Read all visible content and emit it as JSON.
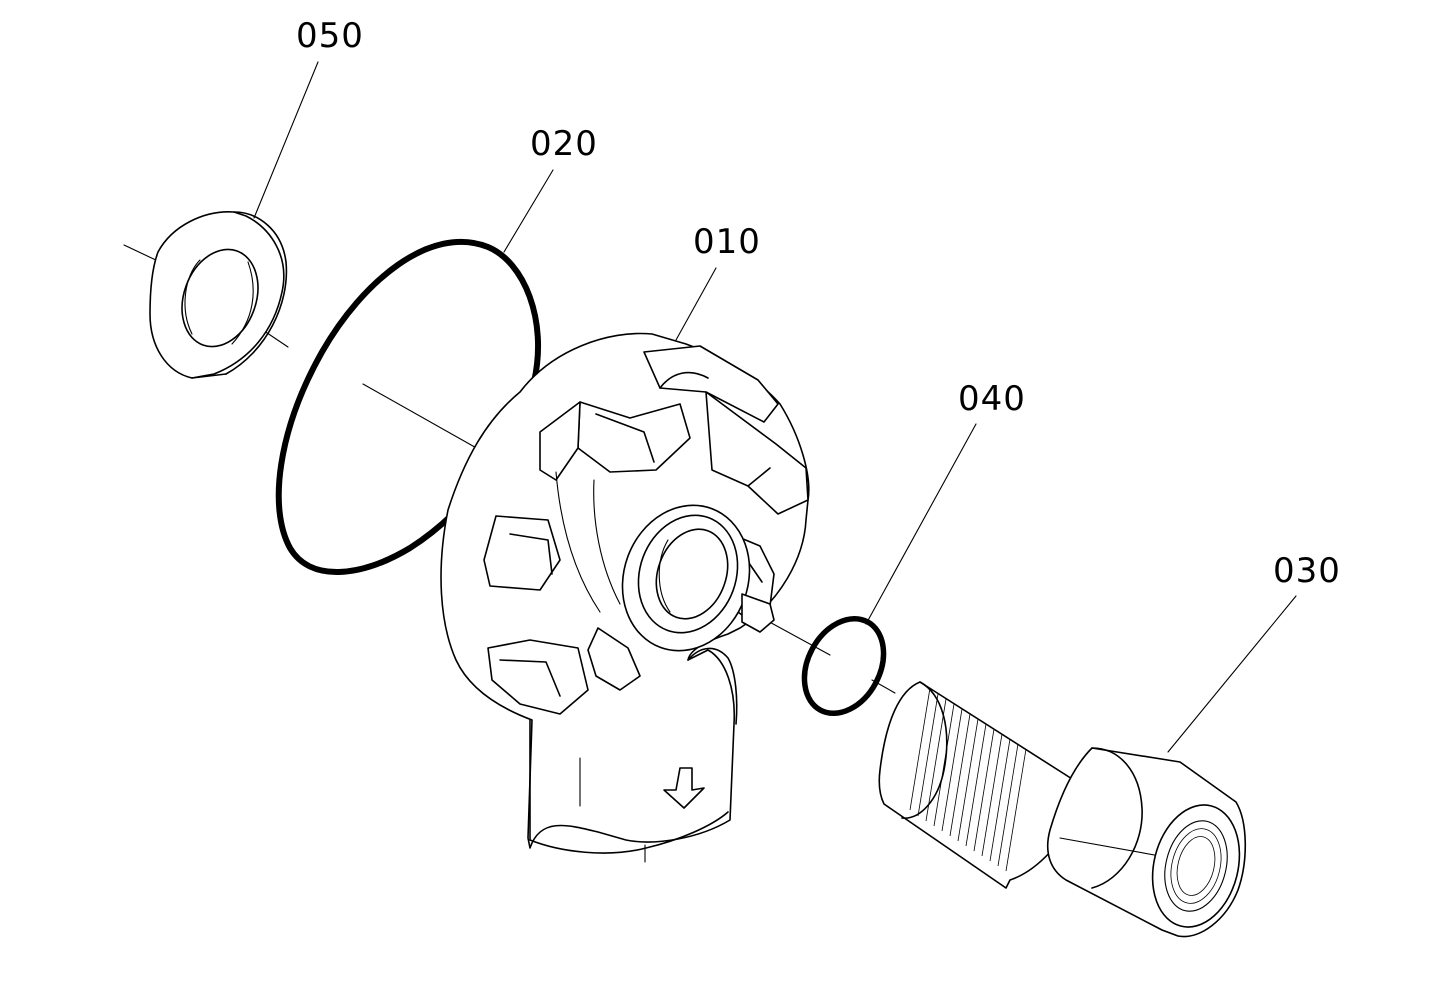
{
  "callouts": {
    "p050": "050",
    "p020": "020",
    "p010": "010",
    "p040": "040",
    "p030": "030"
  }
}
